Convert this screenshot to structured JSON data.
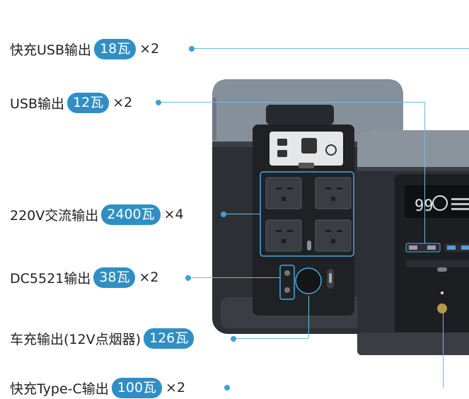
{
  "specs": [
    {
      "label": "快充USB输出",
      "power": "18瓦",
      "multiplier": "×2"
    },
    {
      "label": "USB输出",
      "power": "12瓦",
      "multiplier": "×2"
    },
    {
      "label": "220V交流输出",
      "power": "2400瓦",
      "multiplier": "×4"
    },
    {
      "label": "DC5521输出",
      "power": "38瓦",
      "multiplier": "×2"
    },
    {
      "label": "车充输出(12V点烟器)",
      "power": "126瓦",
      "multiplier": ""
    },
    {
      "label": "快充Type-C输出",
      "power": "100瓦",
      "multiplier": "×2"
    }
  ],
  "display": {
    "reading": "99"
  },
  "colors": {
    "accent": "#2f8fc4",
    "line": "#6dbbe3",
    "body_dark": "#2b2e33",
    "body_grey": "#7d858e"
  }
}
